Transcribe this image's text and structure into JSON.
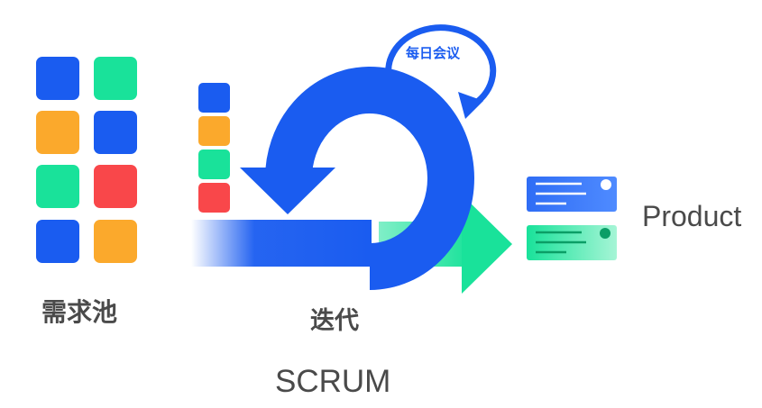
{
  "labels": {
    "backlog": "需求池",
    "iteration": "迭代",
    "scrum": "SCRUM",
    "product": "Product",
    "daily_meeting": "每日会议"
  },
  "colors": {
    "blue": "#1a5cf0",
    "green": "#19e29a",
    "orange": "#fba92c",
    "red": "#f9474a",
    "text": "#4a4a4a"
  },
  "backlog_grid": [
    [
      "blue",
      "green"
    ],
    [
      "orange",
      "blue"
    ],
    [
      "green",
      "red"
    ],
    [
      "blue",
      "orange"
    ]
  ],
  "sprint_stack": [
    "blue",
    "orange",
    "green",
    "red"
  ],
  "icons": [
    "circular-arrow-icon",
    "daily-loop-arrow-icon",
    "green-arrow-icon",
    "product-card-icon"
  ]
}
